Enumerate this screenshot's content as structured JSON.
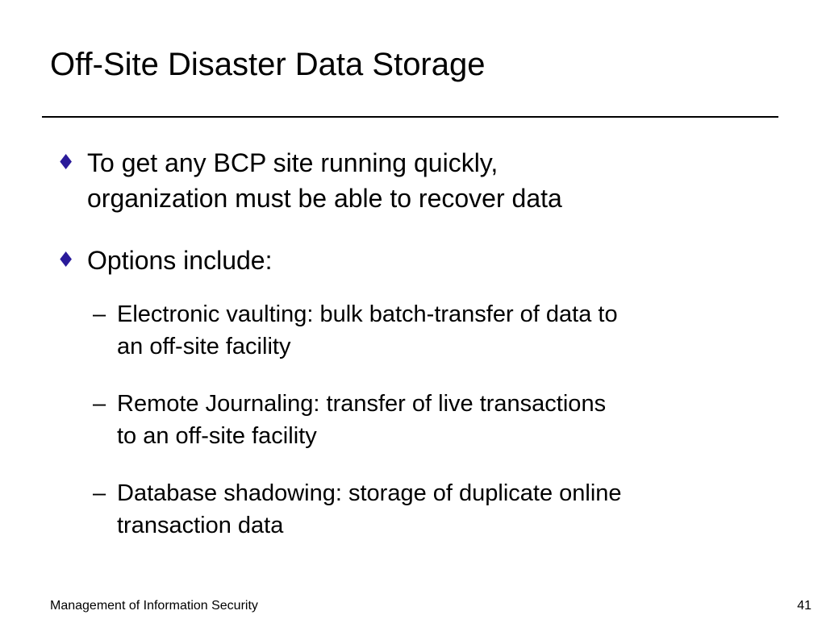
{
  "slide": {
    "title": "Off-Site Disaster Data Storage",
    "bullets": [
      {
        "marker": "♦",
        "lines": [
          "To get any BCP site running quickly,",
          "organization must be able to recover data"
        ]
      },
      {
        "marker": "♦",
        "lines": [
          "Options include:"
        ]
      }
    ],
    "sub_bullets": [
      {
        "marker": "–",
        "lines": [
          "Electronic vaulting: bulk batch-transfer of data to",
          "an off-site facility"
        ]
      },
      {
        "marker": "–",
        "lines": [
          "Remote Journaling: transfer of live transactions",
          "to an off-site facility"
        ]
      },
      {
        "marker": "–",
        "lines": [
          "Database shadowing: storage of duplicate online",
          "transaction data"
        ]
      }
    ],
    "footer": {
      "course": "Management of Information Security",
      "page_number": "41"
    },
    "colors": {
      "bullet_marker": "#2a1a9a",
      "text": "#000000",
      "background": "#ffffff"
    }
  }
}
